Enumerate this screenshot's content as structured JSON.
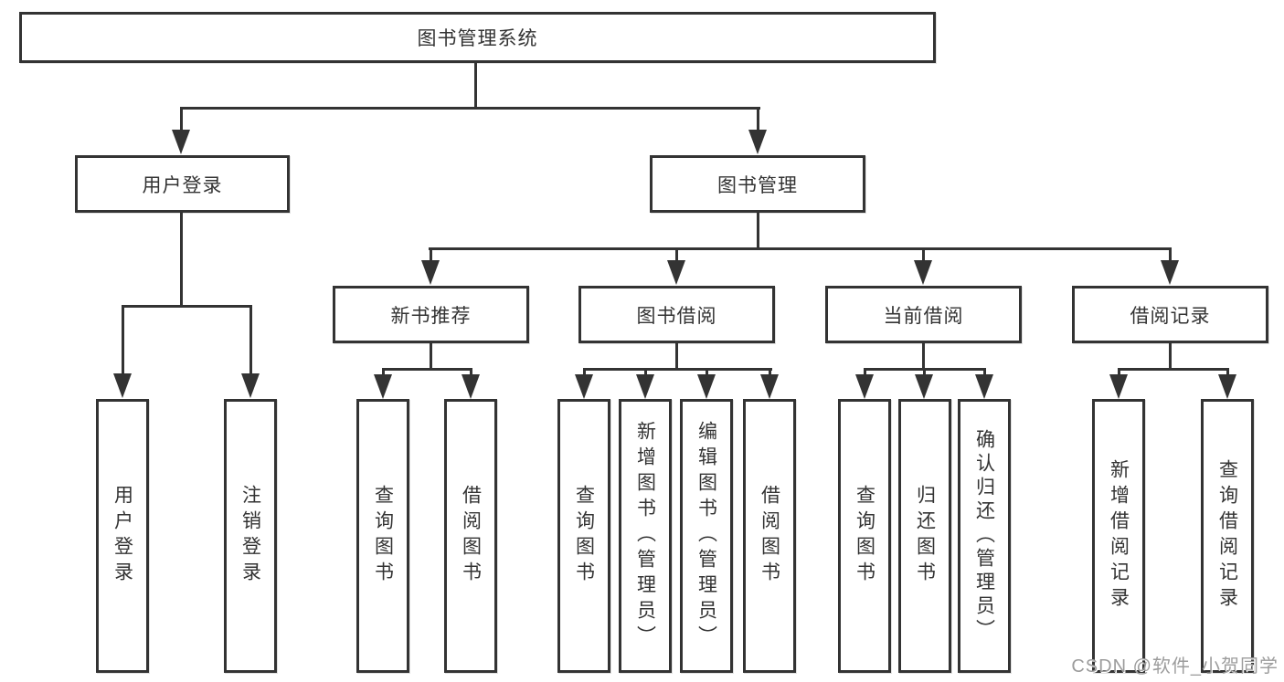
{
  "diagram": {
    "root": {
      "label": "图书管理系统"
    },
    "level2": {
      "user_login": "用户登录",
      "book_mgmt": "图书管理"
    },
    "level3": {
      "new_book": "新书推荐",
      "book_borrow": "图书借阅",
      "current_borrow": "当前借阅",
      "borrow_record": "借阅记录"
    },
    "leaves": {
      "user_login": [
        "用户登录",
        "注销登录"
      ],
      "new_book": [
        "查询图书",
        "借阅图书"
      ],
      "book_borrow": [
        "查询图书",
        "新增图书（管理员）",
        "编辑图书（管理员）",
        "借阅图书"
      ],
      "current_borrow": [
        "查询图书",
        "归还图书",
        "确认归还（管理员）"
      ],
      "borrow_record": [
        "新增借阅记录",
        "查询借阅记录"
      ]
    },
    "colors": {
      "line": "#333333",
      "text": "#333333",
      "background": "#ffffff",
      "watermark": "#9c9c9c"
    }
  },
  "watermark": {
    "label": "CSDN @软件_小贺同学"
  }
}
